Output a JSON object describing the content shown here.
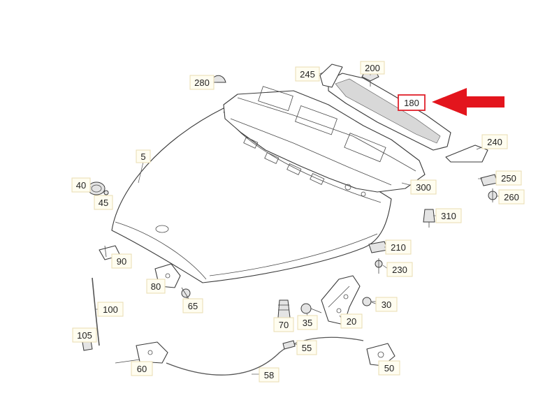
{
  "diagram": {
    "callouts": [
      {
        "id": "5",
        "label": "5"
      },
      {
        "id": "20",
        "label": "20"
      },
      {
        "id": "30",
        "label": "30"
      },
      {
        "id": "35",
        "label": "35"
      },
      {
        "id": "40",
        "label": "40"
      },
      {
        "id": "45",
        "label": "45"
      },
      {
        "id": "50",
        "label": "50"
      },
      {
        "id": "55",
        "label": "55"
      },
      {
        "id": "58",
        "label": "58"
      },
      {
        "id": "60",
        "label": "60"
      },
      {
        "id": "65",
        "label": "65"
      },
      {
        "id": "70",
        "label": "70"
      },
      {
        "id": "80",
        "label": "80"
      },
      {
        "id": "90",
        "label": "90"
      },
      {
        "id": "100",
        "label": "100"
      },
      {
        "id": "105",
        "label": "105"
      },
      {
        "id": "180",
        "label": "180"
      },
      {
        "id": "200",
        "label": "200"
      },
      {
        "id": "210",
        "label": "210"
      },
      {
        "id": "230",
        "label": "230"
      },
      {
        "id": "240",
        "label": "240"
      },
      {
        "id": "245",
        "label": "245"
      },
      {
        "id": "250",
        "label": "250"
      },
      {
        "id": "260",
        "label": "260"
      },
      {
        "id": "280",
        "label": "280"
      },
      {
        "id": "300",
        "label": "300"
      },
      {
        "id": "310",
        "label": "310"
      }
    ],
    "highlighted_part": "180",
    "highlight_color": "#e3151d"
  }
}
